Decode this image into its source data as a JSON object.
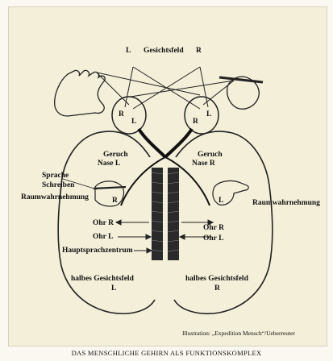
{
  "labels": {
    "left_field_L": "L",
    "visual_field": "Gesichtsfeld",
    "right_field_R": "R",
    "left_eye_R": "R",
    "left_eye_L": "L",
    "right_eye_R": "R",
    "right_eye_L": "L",
    "smell_left_1": "Geruch",
    "smell_left_2": "Nase   L",
    "smell_right_1": "Geruch",
    "smell_right_2": "Nase   R",
    "speech": "Sprache",
    "writing": "Schreiben",
    "spatial_left": "Raumwahrnehmung",
    "spatial_right": "Raumwahrnehmung",
    "hand_left_R": "R",
    "hand_right_L": "L",
    "ear_left_R": "Ohr   R",
    "ear_left_L": "Ohr   L",
    "ear_right_R": "Ohr   R",
    "ear_right_L": "Ohr   L",
    "main_speech": "Hauptsprachzentrum",
    "half_field_left": "halbes Gesichtsfeld",
    "half_field_left_side": "L",
    "half_field_right": "halbes Gesichtsfeld",
    "half_field_right_side": "R"
  },
  "credit": "Illustration: „Expedition Mensch“/Ueberreuter",
  "caption": "DAS MENSCHLICHE GEHIRN ALS FUNKTIONSKOMPLEX"
}
